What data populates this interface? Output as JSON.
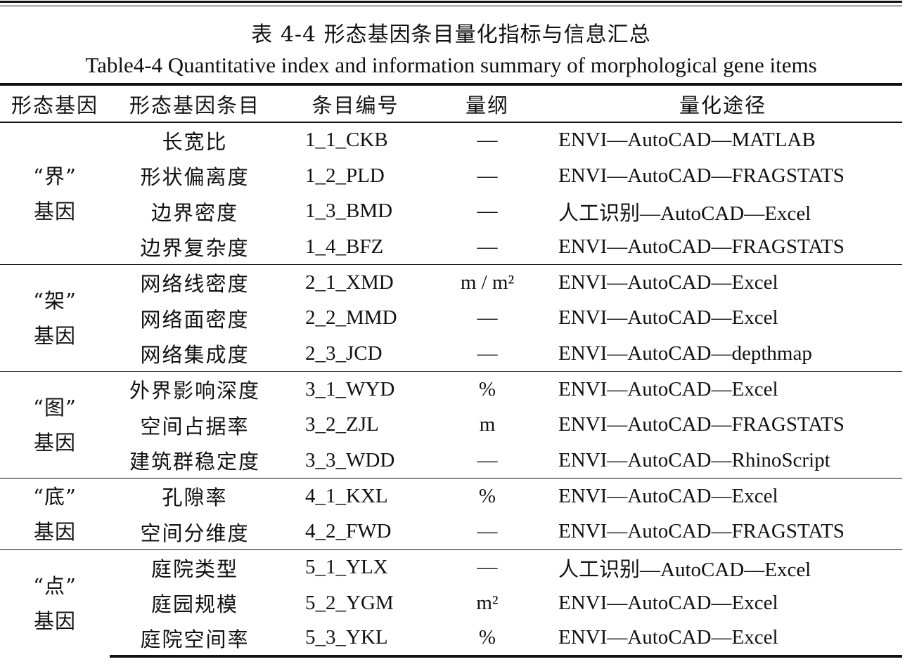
{
  "caption": {
    "cn": "表 4-4  形态基因条目量化指标与信息汇总",
    "en": "Table4-4 Quantitative index and information summary of morphological gene items"
  },
  "table": {
    "headers": [
      "形态基因",
      "形态基因条目",
      "条目编号",
      "量纲",
      "量化途径"
    ],
    "groups": [
      {
        "gene": "“界”",
        "gene_suffix": "基因",
        "rows": [
          {
            "item": "长宽比",
            "code": "1_1_CKB",
            "unit": "—",
            "path": "ENVI—AutoCAD—MATLAB"
          },
          {
            "item": "形状偏离度",
            "code": "1_2_PLD",
            "unit": "—",
            "path": "ENVI—AutoCAD—FRAGSTATS"
          },
          {
            "item": "边界密度",
            "code": "1_3_BMD",
            "unit": "—",
            "path": "人工识别—AutoCAD—Excel"
          },
          {
            "item": "边界复杂度",
            "code": "1_4_BFZ",
            "unit": "—",
            "path": "ENVI—AutoCAD—FRAGSTATS"
          }
        ]
      },
      {
        "gene": "“架”",
        "gene_suffix": "基因",
        "rows": [
          {
            "item": "网络线密度",
            "code": "2_1_XMD",
            "unit": "m / m²",
            "path": "ENVI—AutoCAD—Excel"
          },
          {
            "item": "网络面密度",
            "code": "2_2_MMD",
            "unit": "—",
            "path": "ENVI—AutoCAD—Excel"
          },
          {
            "item": "网络集成度",
            "code": "2_3_JCD",
            "unit": "—",
            "path": "ENVI—AutoCAD—depthmap"
          }
        ]
      },
      {
        "gene": "“图”",
        "gene_suffix": "基因",
        "rows": [
          {
            "item": "外界影响深度",
            "code": "3_1_WYD",
            "unit": "%",
            "path": "ENVI—AutoCAD—Excel"
          },
          {
            "item": "空间占据率",
            "code": "3_2_ZJL",
            "unit": "m",
            "path": "ENVI—AutoCAD—FRAGSTATS"
          },
          {
            "item": "建筑群稳定度",
            "code": "3_3_WDD",
            "unit": "—",
            "path": "ENVI—AutoCAD—RhinoScript"
          }
        ]
      },
      {
        "gene": "“底”",
        "gene_suffix": "基因",
        "rows": [
          {
            "item": "孔隙率",
            "code": "4_1_KXL",
            "unit": "%",
            "path": "ENVI—AutoCAD—Excel"
          },
          {
            "item": "空间分维度",
            "code": "4_2_FWD",
            "unit": "—",
            "path": "ENVI—AutoCAD—FRAGSTATS"
          }
        ]
      },
      {
        "gene": "“点”",
        "gene_suffix": "基因",
        "rows": [
          {
            "item": "庭院类型",
            "code": "5_1_YLX",
            "unit": "—",
            "path": "人工识别—AutoCAD—Excel"
          },
          {
            "item": "庭园规模",
            "code": "5_2_YGM",
            "unit": "m²",
            "path": "ENVI—AutoCAD—Excel"
          },
          {
            "item": "庭院空间率",
            "code": "5_3_YKL",
            "unit": "%",
            "path": "ENVI—AutoCAD—Excel"
          }
        ]
      }
    ]
  }
}
